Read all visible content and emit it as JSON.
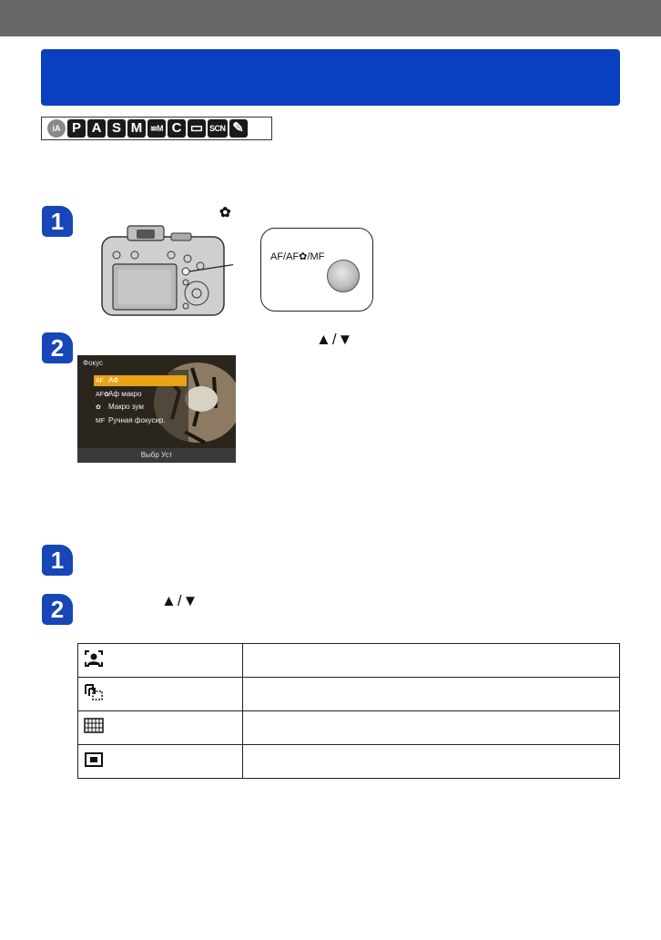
{
  "mode_icons": [
    "iA",
    "P",
    "A",
    "S",
    "M",
    "≌M",
    "C",
    "▭",
    "SCN",
    "✎"
  ],
  "step_numbers": {
    "a1": "1",
    "a2": "2",
    "b1": "1",
    "b2": "2"
  },
  "macro_icon": "flower-macro-icon",
  "arrows_label": "▲/▼",
  "callout_label": "AF/AF✿/MF",
  "menu": {
    "title": "Фокус",
    "items": [
      {
        "code": "AF",
        "label": "АФ"
      },
      {
        "code": "AF✿",
        "label": "Аф макро"
      },
      {
        "code": "✿",
        "label": "Макро зум"
      },
      {
        "code": "MF",
        "label": "Ручная фокусир."
      }
    ],
    "footer": "Выбр    Уст"
  },
  "table_icons": [
    "face-detection-icon",
    "tracking-af-icon",
    "23-area-icon",
    "1-area-icon"
  ],
  "colors": {
    "topbar": "#686868",
    "title_bar": "#0a3fbf",
    "step_badge": "#1646b8",
    "menu_selected": "#e8a213"
  }
}
